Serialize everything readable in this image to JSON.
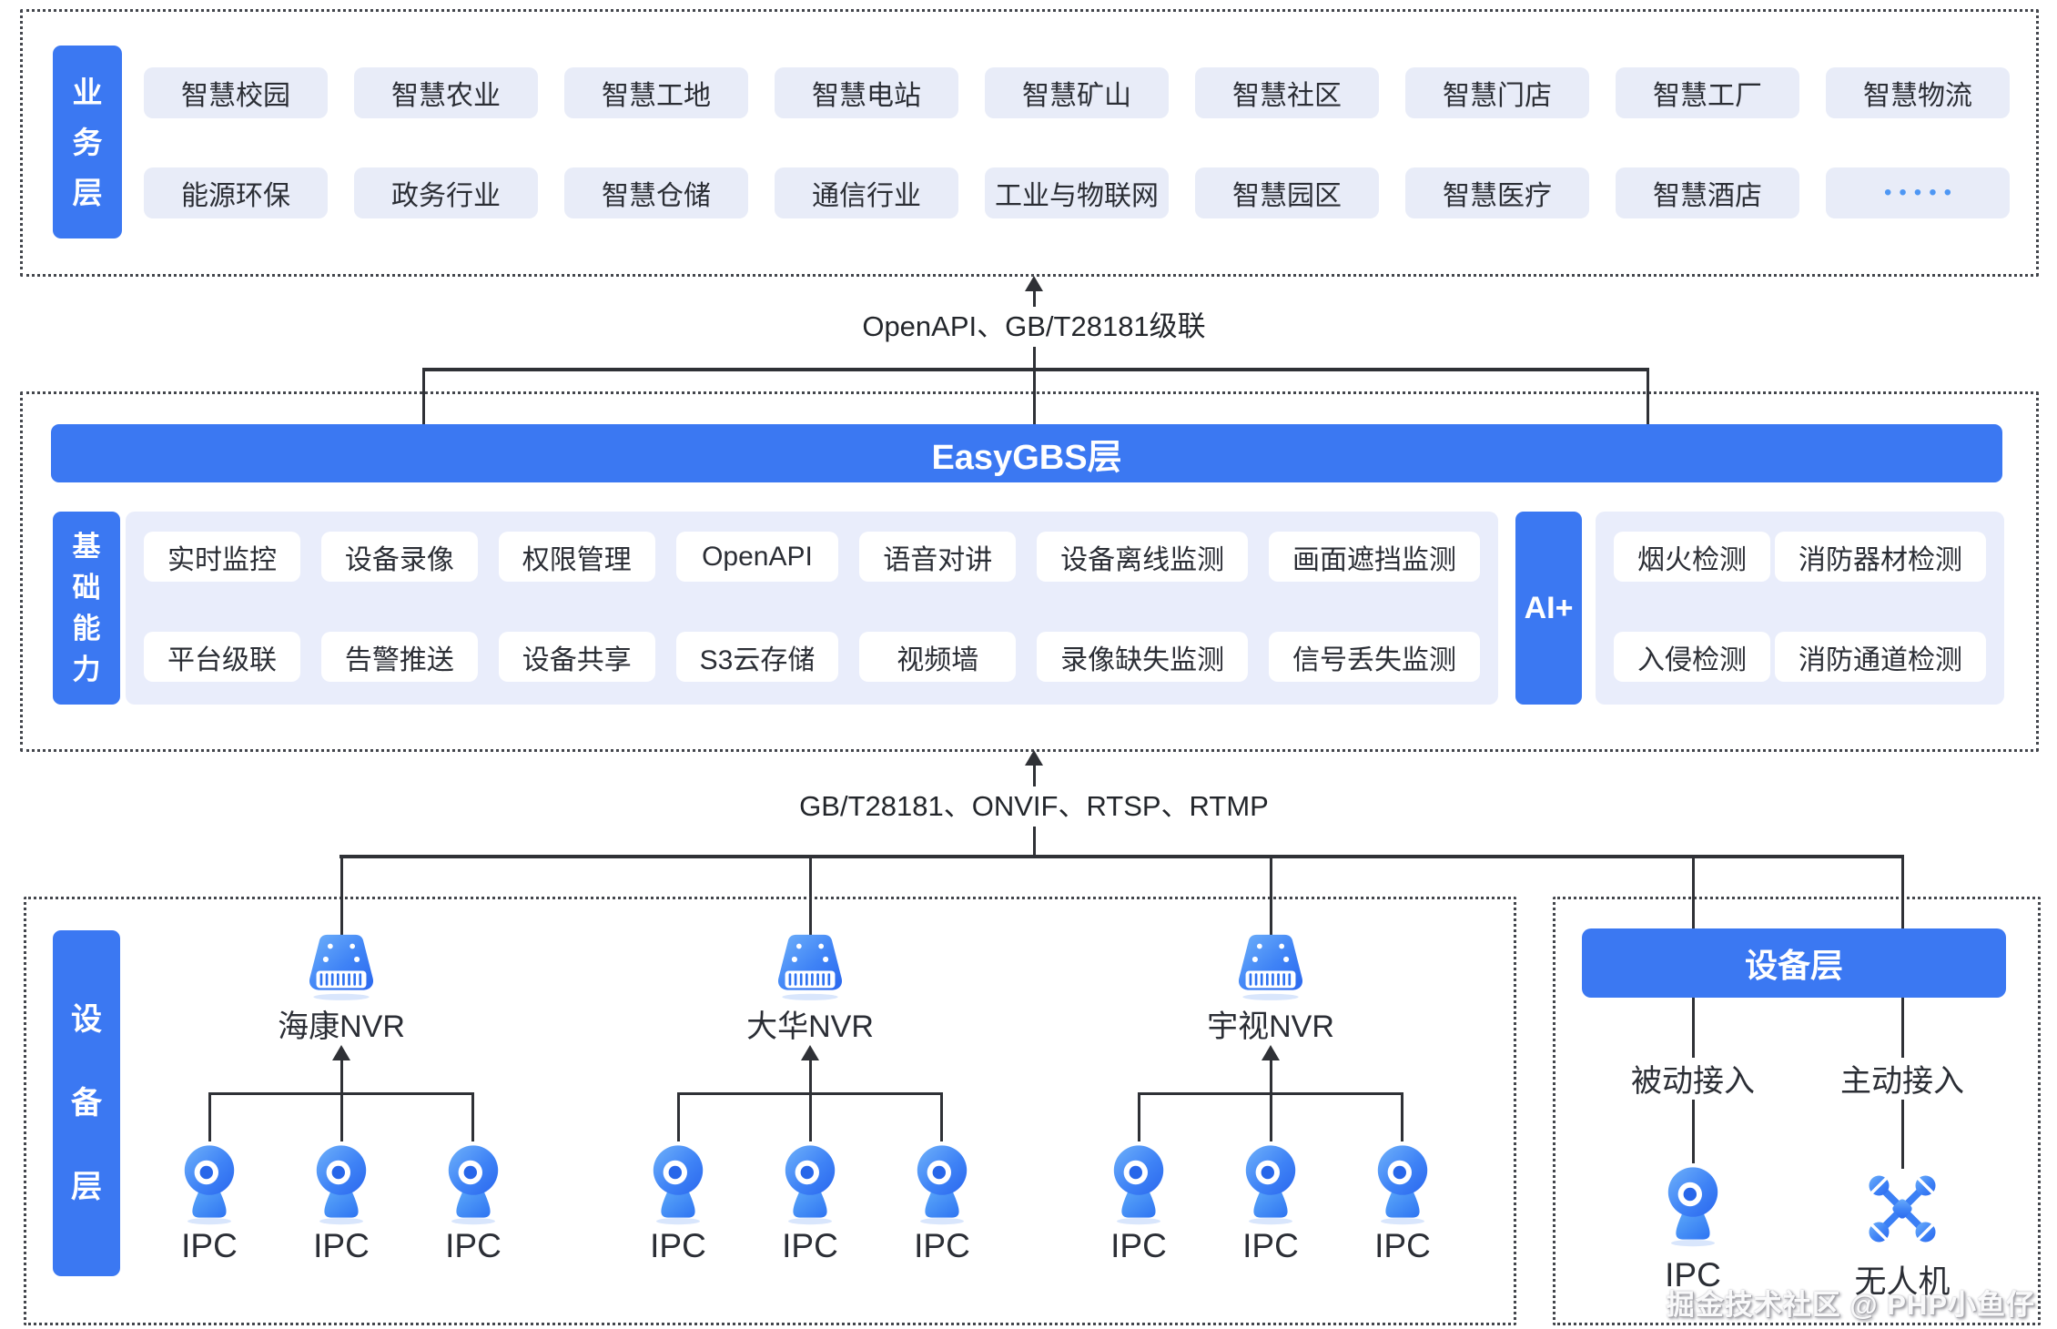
{
  "colors": {
    "primary_blue": "#3b78f2",
    "chip_bg": "#e8ecf8",
    "panel_bg": "#e9edfb",
    "line": "#2f3136",
    "text_dark": "#2b2e35"
  },
  "business": {
    "label": "业务层",
    "row1": [
      "智慧校园",
      "智慧农业",
      "智慧工地",
      "智慧电站",
      "智慧矿山",
      "智慧社区",
      "智慧门店",
      "智慧工厂",
      "智慧物流"
    ],
    "row2": [
      "能源环保",
      "政务行业",
      "智慧仓储",
      "通信行业",
      "工业与物联网",
      "智慧园区",
      "智慧医疗",
      "智慧酒店",
      "•••••"
    ]
  },
  "top_link": "OpenAPI、GB/T28181级联",
  "easygbs": {
    "title": "EasyGBS层",
    "cap_label": "基础能力",
    "cap_row1": [
      "实时监控",
      "设备录像",
      "权限管理",
      "OpenAPI",
      "语音对讲",
      "设备离线监测",
      "画面遮挡监测"
    ],
    "cap_row2": [
      "平台级联",
      "告警推送",
      "设备共享",
      "S3云存储",
      "视频墙",
      "录像缺失监测",
      "信号丢失监测"
    ],
    "ai_label": "AI+",
    "ai_row1": [
      "烟火检测",
      "消防器材检测"
    ],
    "ai_row2": [
      "入侵检测",
      "消防通道检测"
    ]
  },
  "bottom_link": "GB/T28181、ONVIF、RTSP、RTMP",
  "devices": {
    "label": "设备层",
    "groups": [
      {
        "name": "海康NVR",
        "ipc": [
          "IPC",
          "IPC",
          "IPC"
        ]
      },
      {
        "name": "大华NVR",
        "ipc": [
          "IPC",
          "IPC",
          "IPC"
        ]
      },
      {
        "name": "宇视NVR",
        "ipc": [
          "IPC",
          "IPC",
          "IPC"
        ]
      }
    ],
    "right": {
      "header": "设备层",
      "modes": [
        "被动接入",
        "主动接入"
      ],
      "labels": [
        "IPC",
        "无人机"
      ]
    }
  },
  "watermark": "掘金技术社区 @ PHP小鱼仔"
}
